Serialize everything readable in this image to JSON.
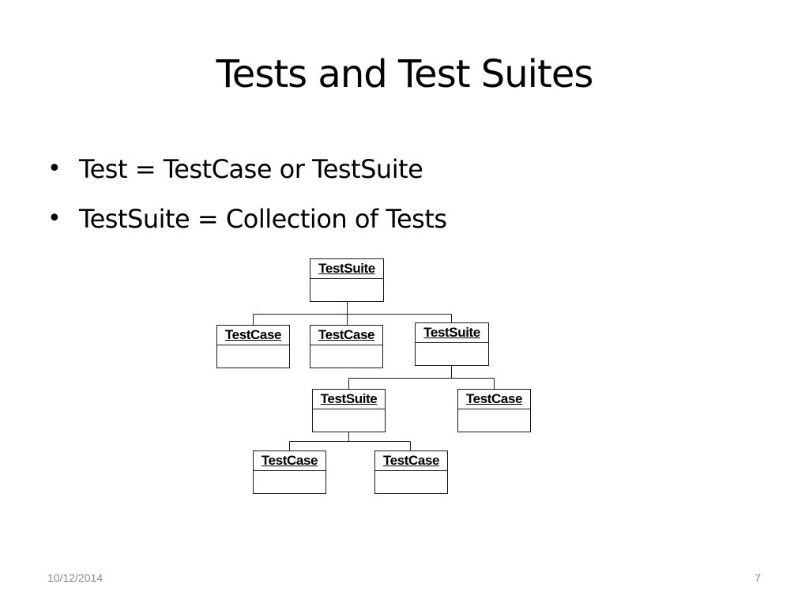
{
  "slide": {
    "title": "Tests and Test Suites",
    "bullets": [
      "Test = TestCase or TestSuite",
      "TestSuite = Collection of Tests"
    ]
  },
  "diagram": {
    "nodes": [
      {
        "id": "n1",
        "label": "TestSuite"
      },
      {
        "id": "n2",
        "label": "TestCase"
      },
      {
        "id": "n3",
        "label": "TestCase"
      },
      {
        "id": "n4",
        "label": "TestSuite"
      },
      {
        "id": "n5",
        "label": "TestSuite"
      },
      {
        "id": "n6",
        "label": "TestCase"
      },
      {
        "id": "n7",
        "label": "TestCase"
      },
      {
        "id": "n8",
        "label": "TestCase"
      }
    ],
    "edges": [
      {
        "from": "n1",
        "to": "n2"
      },
      {
        "from": "n1",
        "to": "n3"
      },
      {
        "from": "n1",
        "to": "n4"
      },
      {
        "from": "n4",
        "to": "n5"
      },
      {
        "from": "n4",
        "to": "n6"
      },
      {
        "from": "n5",
        "to": "n7"
      },
      {
        "from": "n5",
        "to": "n8"
      }
    ]
  },
  "footer": {
    "date": "10/12/2014",
    "page_number": "7"
  }
}
